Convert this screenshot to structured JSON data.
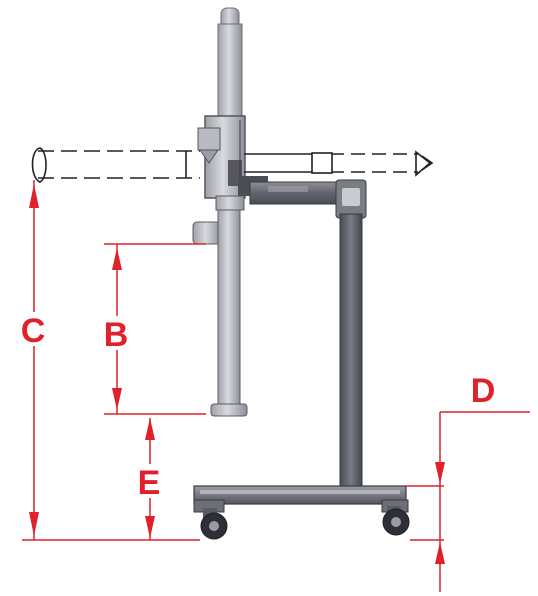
{
  "diagram": {
    "dimension_labels": {
      "c": "C",
      "b": "B",
      "e": "E",
      "d": "D"
    },
    "colors": {
      "dimension": "#e0202a",
      "frame_dark": "#5e6068",
      "frame_mid": "#8a8c92",
      "column_light": "#c4c6cc",
      "outline": "#3a3a40",
      "phantom": "#222222"
    }
  }
}
